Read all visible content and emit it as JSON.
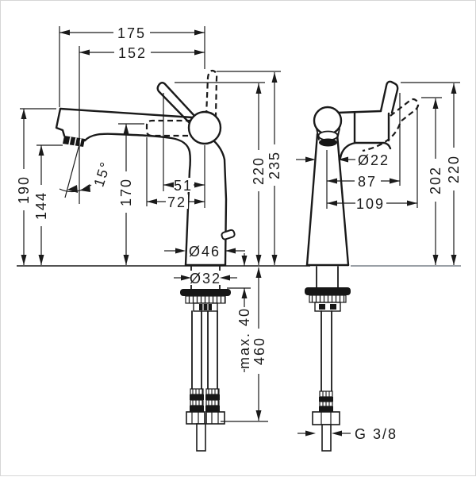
{
  "drawing": {
    "description": "faucet-technical-dimension-drawing",
    "colors": {
      "line": "#1a1a1a",
      "background": "#ffffff",
      "counter_right_segment": "#9aa0a6"
    }
  },
  "dims": {
    "overall_depth": "175",
    "spout_reach": "152",
    "spout_top_height": "190",
    "outlet_height": "144",
    "spray_angle": "15°",
    "inlet_height": "170",
    "handle_to_axis": "51",
    "waterway_to_axis": "72",
    "base_diameter": "Ø46",
    "shaft_diameter": "Ø32",
    "handle_height": "220",
    "handle_max_height": "235",
    "counter_max_thickness": "max. 40",
    "hose_length": "460",
    "column_diameter": "Ø22",
    "handle_reach": "87",
    "handle_max_reach": "109",
    "handle_height_tilted": "202",
    "handle_height_upright": "220",
    "connection_thread": "G 3/8"
  }
}
